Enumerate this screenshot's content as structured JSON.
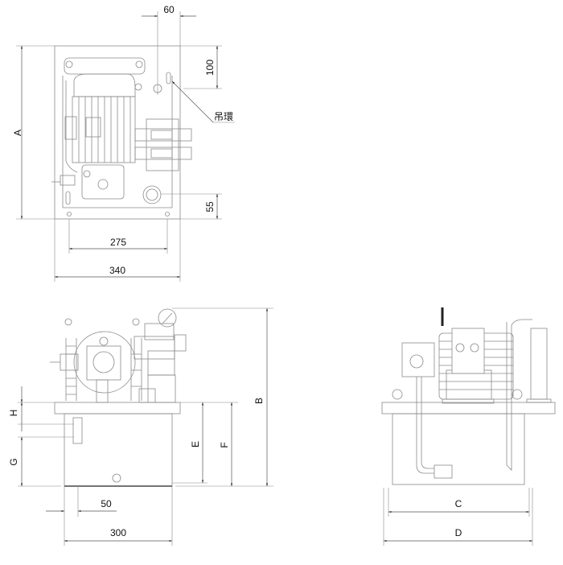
{
  "top_view": {
    "dim_width_total": "340",
    "dim_hole_spacing": "275",
    "dim_lifting_ring_offset_x": "60",
    "dim_lifting_ring_offset_y": "100",
    "dim_port_offset": "55",
    "dim_height": "A",
    "lifting_ring_label": "吊環"
  },
  "front_view": {
    "dim_width": "300",
    "dim_offset": "50",
    "dim_H": "H",
    "dim_G": "G",
    "dim_E": "E",
    "dim_F": "F",
    "dim_B": "B"
  },
  "side_view": {
    "dim_C": "C",
    "dim_D": "D"
  },
  "colors": {
    "line": "#8a8a8a",
    "dimension": "#555555",
    "text": "#111111"
  }
}
